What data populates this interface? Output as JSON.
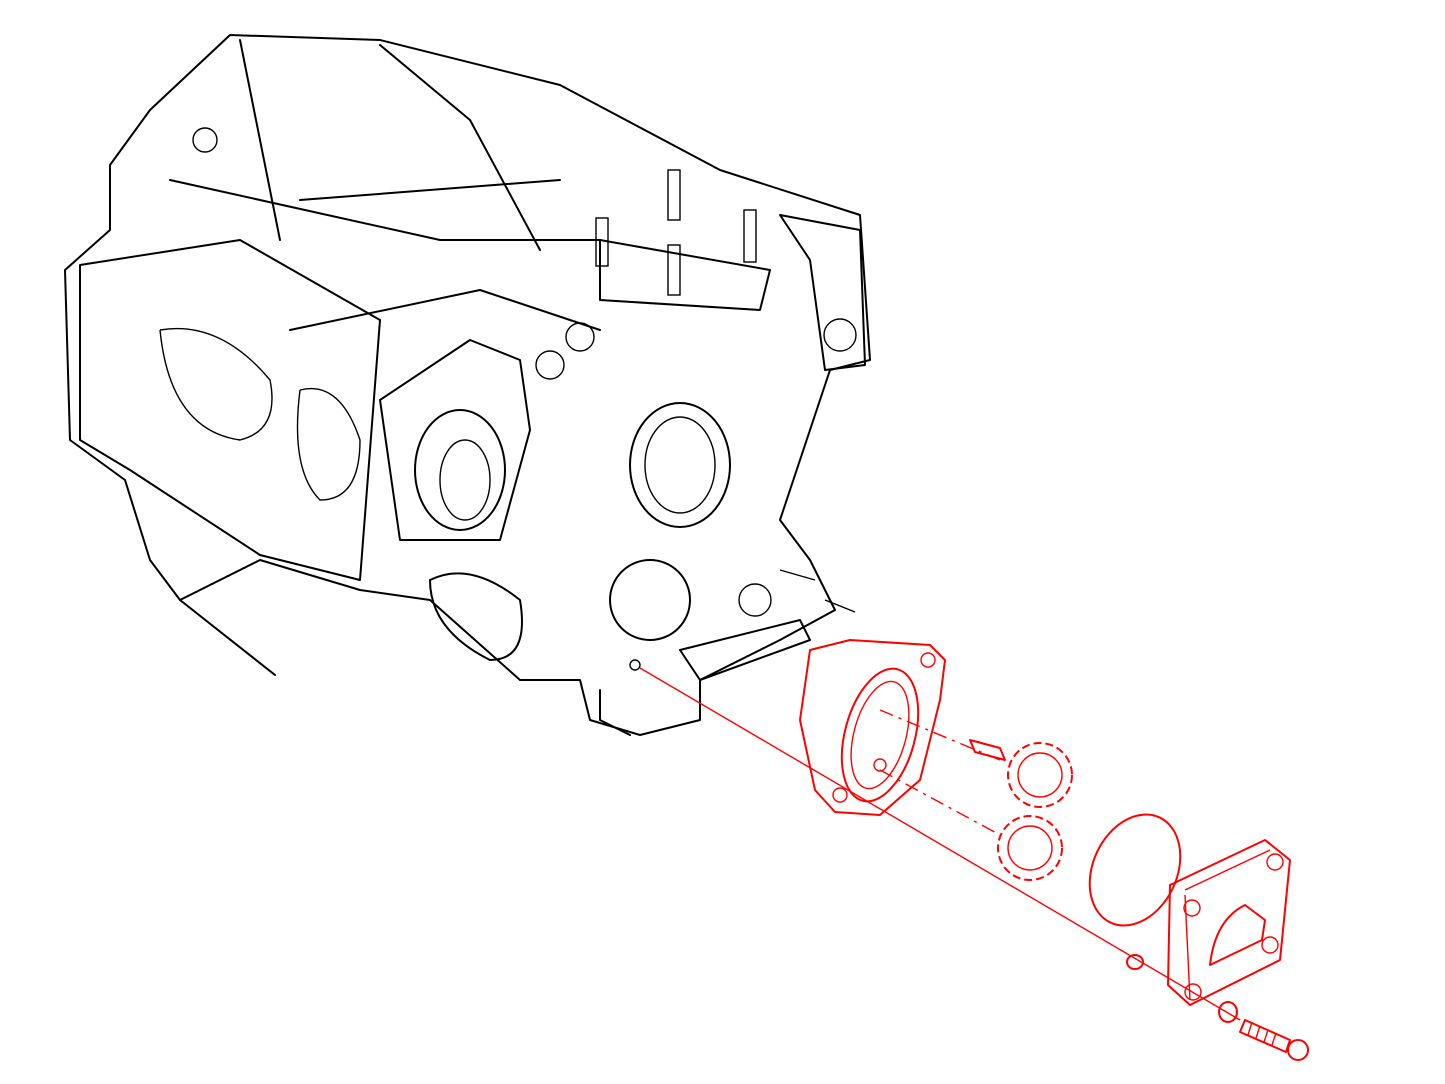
{
  "diagram": {
    "style": "exploded parts line drawing",
    "line_color": "#000000",
    "highlight_color": "#ff0000",
    "background": "#ffffff",
    "parts": [
      {
        "name": "engine-crankcase",
        "highlighted": false
      },
      {
        "name": "oil-pump-housing",
        "highlighted": true
      },
      {
        "name": "drive-gear",
        "highlighted": true
      },
      {
        "name": "driven-gear",
        "highlighted": true
      },
      {
        "name": "o-ring",
        "highlighted": true
      },
      {
        "name": "cover-plate",
        "highlighted": true
      },
      {
        "name": "small-seal",
        "highlighted": true
      },
      {
        "name": "washer",
        "highlighted": true
      },
      {
        "name": "screw",
        "highlighted": true
      }
    ]
  }
}
